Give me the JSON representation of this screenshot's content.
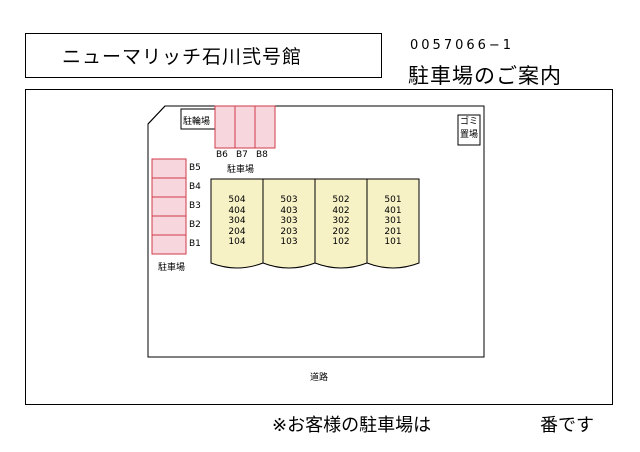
{
  "header": {
    "building_name": "ニューマリッチ石川弐号館",
    "property_code": "0057066−1",
    "guide_title": "駐車場のご案内"
  },
  "site": {
    "bicycle_parking": "駐輪場",
    "garbage_area": "ゴミ置場",
    "road": "道路",
    "parking_label_top": "駐車場",
    "parking_label_left": "駐車場",
    "top_spaces": [
      "B6",
      "B7",
      "B8"
    ],
    "left_spaces": [
      "B5",
      "B4",
      "B3",
      "B2",
      "B1"
    ],
    "building_columns": [
      {
        "units": [
          "504",
          "404",
          "304",
          "204",
          "104"
        ]
      },
      {
        "units": [
          "503",
          "403",
          "303",
          "203",
          "103"
        ]
      },
      {
        "units": [
          "502",
          "402",
          "302",
          "202",
          "102"
        ]
      },
      {
        "units": [
          "501",
          "401",
          "301",
          "201",
          "101"
        ]
      }
    ]
  },
  "footer": {
    "note": "※お客様の駐車場は",
    "suffix": "番です"
  },
  "colors": {
    "parking_fill": "#f7d6de",
    "parking_stroke": "#d23a4a",
    "building_fill": "#f6f2c6"
  }
}
